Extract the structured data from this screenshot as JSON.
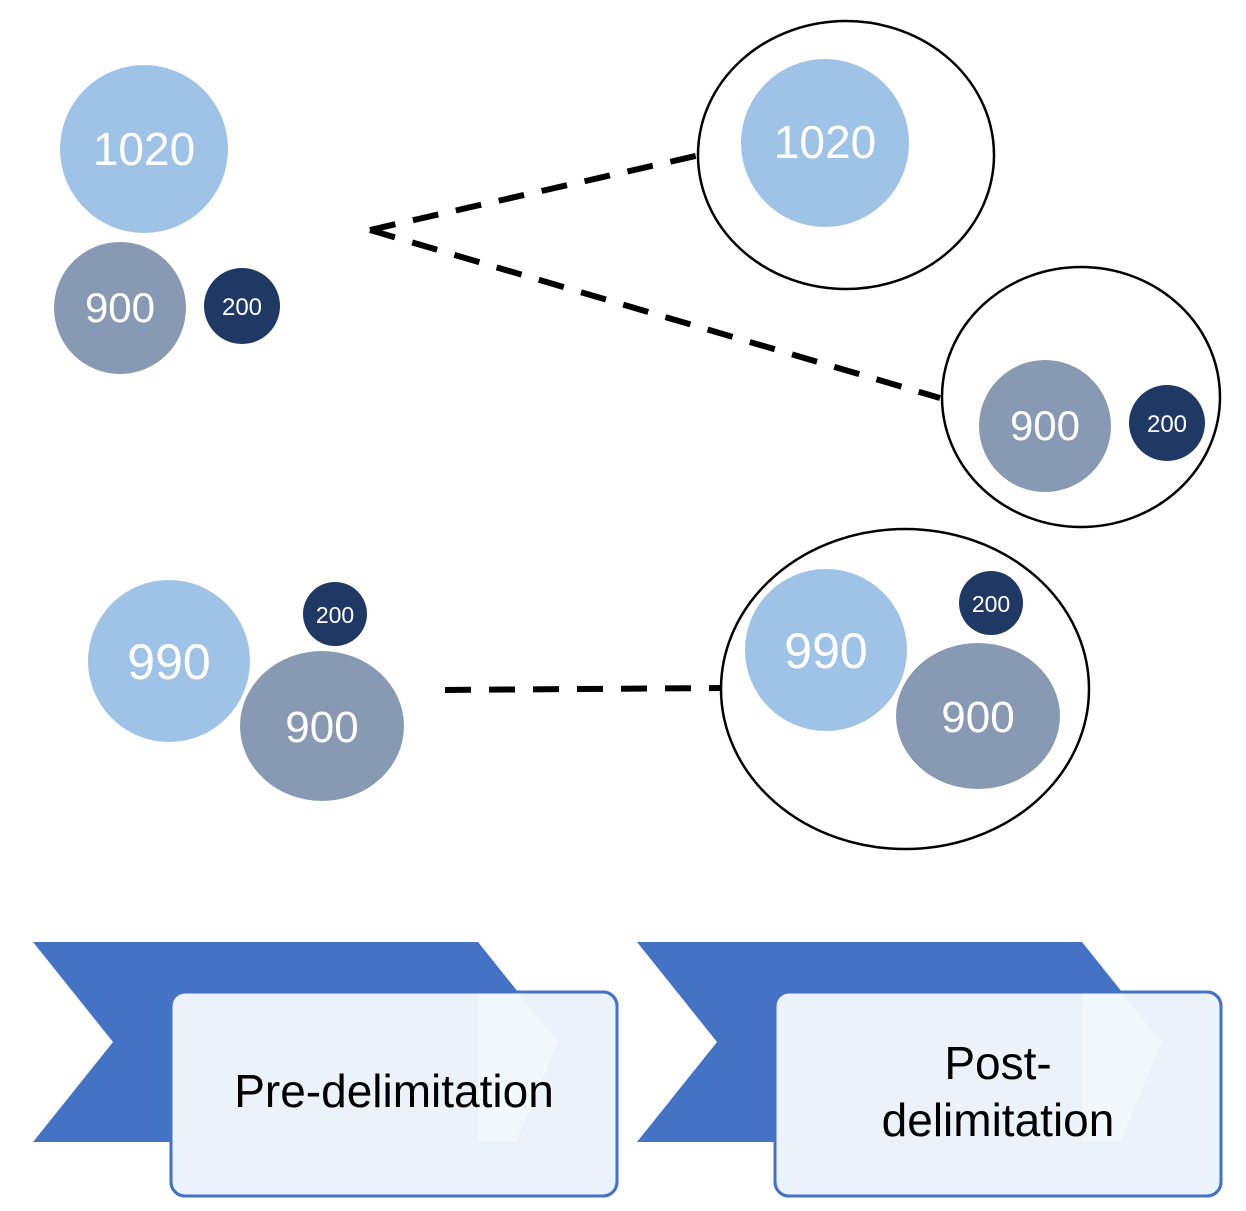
{
  "colors": {
    "light": "#9fc3e6",
    "mid": "#8899b4",
    "dark": "#1f3864",
    "chevron": "#4472c4",
    "box_fill": "#ecf2fa",
    "box_border": "#4472c4",
    "line": "#000000"
  },
  "pre": {
    "group1": {
      "a": "1020",
      "b": "900",
      "c": "200"
    },
    "group2": {
      "a": "990",
      "b": "900",
      "c": "200"
    }
  },
  "post": {
    "group1a": {
      "a": "1020"
    },
    "group1b": {
      "b": "900",
      "c": "200"
    },
    "group2": {
      "a": "990",
      "b": "900",
      "c": "200"
    }
  },
  "stages": {
    "pre_label": "Pre-delimitation",
    "post_label_line1": "Post-",
    "post_label_line2": "delimitation"
  }
}
